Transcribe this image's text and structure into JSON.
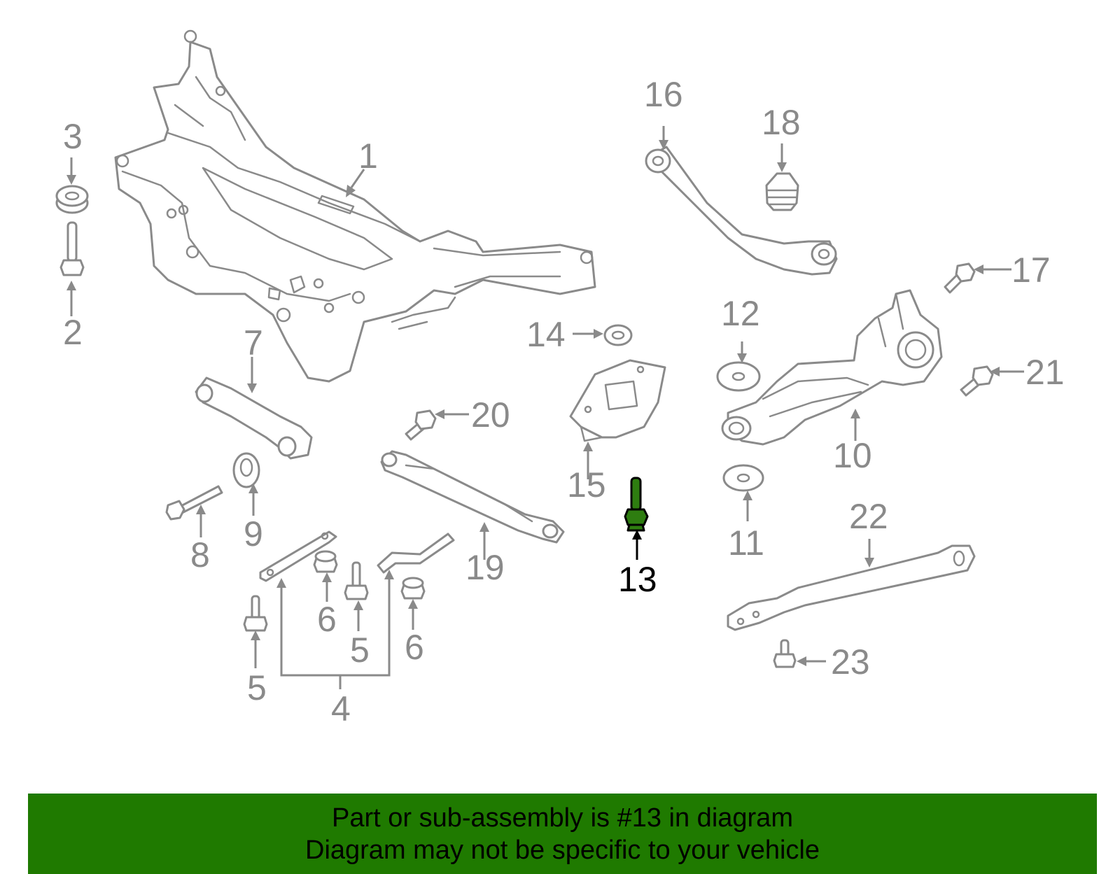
{
  "diagram": {
    "highlighted_part": "13",
    "colors": {
      "part_lines": "#8a8a8a",
      "highlight_fill": "#2e7d10",
      "highlight_text": "#000000",
      "banner_bg": "#1f7a00"
    },
    "callouts": {
      "c1": "1",
      "c2": "2",
      "c3": "3",
      "c4": "4",
      "c5a": "5",
      "c5b": "5",
      "c6a": "6",
      "c6b": "6",
      "c7": "7",
      "c8": "8",
      "c9": "9",
      "c10": "10",
      "c11": "11",
      "c12": "12",
      "c13": "13",
      "c14": "14",
      "c15": "15",
      "c16": "16",
      "c17": "17",
      "c18": "18",
      "c19": "19",
      "c20": "20",
      "c21": "21",
      "c22": "22",
      "c23": "23"
    }
  },
  "banner": {
    "line1": "Part or sub-assembly is #13 in diagram",
    "line2": "Diagram may not be specific to your vehicle"
  }
}
